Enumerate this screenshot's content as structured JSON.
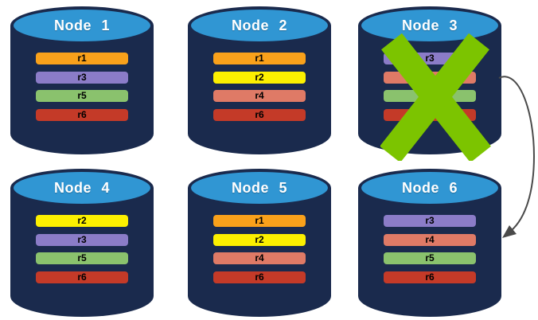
{
  "diagram": {
    "background": "#FFFFFF",
    "cylinder": {
      "body_color": "#1A2A4D",
      "top_color": "#3096D3",
      "title_color": "#FFFFFF"
    },
    "failure_cross": {
      "color": "#7CC400",
      "on_node": "Node 3"
    },
    "recovery_arrow": {
      "color": "#4A4A4A",
      "from": "Node 3",
      "to": "Node 6"
    }
  },
  "nodes": [
    {
      "title": "Node 1",
      "failed": false,
      "replicas": [
        {
          "label": "r1",
          "color": "#F9A11B"
        },
        {
          "label": "r3",
          "color": "#8B7CC8"
        },
        {
          "label": "r5",
          "color": "#8AC26D"
        },
        {
          "label": "r6",
          "color": "#C43A28"
        }
      ]
    },
    {
      "title": "Node 2",
      "failed": false,
      "replicas": [
        {
          "label": "r1",
          "color": "#F9A11B"
        },
        {
          "label": "r2",
          "color": "#FCF000"
        },
        {
          "label": "r4",
          "color": "#DF7A66"
        },
        {
          "label": "r6",
          "color": "#C43A28"
        }
      ]
    },
    {
      "title": "Node 3",
      "failed": true,
      "replicas": [
        {
          "label": "r3",
          "color": "#8B7CC8"
        },
        {
          "label": "r4",
          "color": "#DF7A66"
        },
        {
          "label": "r5",
          "color": "#8AC26D"
        },
        {
          "label": "r6",
          "color": "#C43A28"
        }
      ]
    },
    {
      "title": "Node 4",
      "failed": false,
      "replicas": [
        {
          "label": "r2",
          "color": "#FCF000"
        },
        {
          "label": "r3",
          "color": "#8B7CC8"
        },
        {
          "label": "r5",
          "color": "#8AC26D"
        },
        {
          "label": "r6",
          "color": "#C43A28"
        }
      ]
    },
    {
      "title": "Node 5",
      "failed": false,
      "replicas": [
        {
          "label": "r1",
          "color": "#F9A11B"
        },
        {
          "label": "r2",
          "color": "#FCF000"
        },
        {
          "label": "r4",
          "color": "#DF7A66"
        },
        {
          "label": "r6",
          "color": "#C43A28"
        }
      ]
    },
    {
      "title": "Node 6",
      "failed": false,
      "replicas": [
        {
          "label": "r3",
          "color": "#8B7CC8"
        },
        {
          "label": "r4",
          "color": "#DF7A66"
        },
        {
          "label": "r5",
          "color": "#8AC26D"
        },
        {
          "label": "r6",
          "color": "#C43A28"
        }
      ]
    }
  ]
}
